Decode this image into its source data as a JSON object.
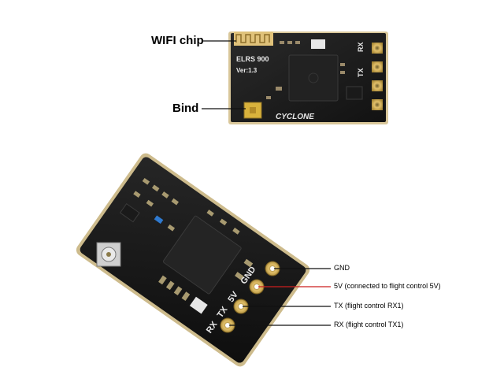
{
  "top_board": {
    "wifi_chip_label": "WIFI chip",
    "bind_label": "Bind",
    "silk_model": "ELRS 900",
    "silk_version": "Ver:1.3",
    "silk_brand": "CYCLONE",
    "pin_rx": "RX",
    "pin_tx": "TX"
  },
  "bottom_board": {
    "pin_gnd": "GND",
    "pin_5v": "5V",
    "pin_tx": "TX",
    "pin_rx": "RX",
    "callout_gnd": "GND",
    "callout_5v": "5V (connected to flight control 5V)",
    "callout_tx": "TX (flight control RX1)",
    "callout_rx": "RX (flight control TX1)"
  },
  "colors": {
    "pcb": "#1c1c1c",
    "pad_gold": "#c9a64a",
    "antenna_gold": "#d8b45c",
    "wire_black": "#111111",
    "wire_red": "#cc1f1f"
  }
}
